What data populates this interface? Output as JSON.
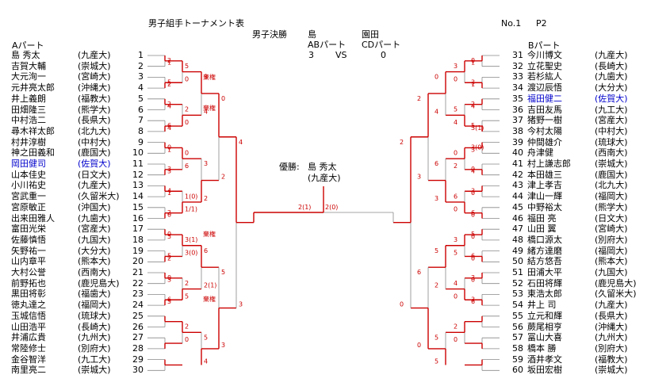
{
  "header": {
    "title": "男子組手トーナメント表",
    "page_no": "No.1",
    "page_p": "P2",
    "final_label": "男子決勝",
    "final_left_name": "島",
    "final_right_name": "園田",
    "final_left_part": "ABパート",
    "final_right_part": "CDパート",
    "final_left_score": "3",
    "final_vs": "VS",
    "final_right_score": "0"
  },
  "part_a_label": "Aパート",
  "part_b_label": "Bパート",
  "champion": {
    "label": "優勝:",
    "name": "島  秀太",
    "school": "(九産大)"
  },
  "colors": {
    "line": "#cc0000",
    "score": "#cc0000",
    "base": "#888888",
    "highlight": "#0000cc"
  },
  "left_players": [
    {
      "name": "島  秀太",
      "school": "(九産大)",
      "num": "1"
    },
    {
      "name": "吉賀大輔",
      "school": "(崇城大)",
      "num": "2"
    },
    {
      "name": "大元洵一",
      "school": "(宮崎大)",
      "num": "3"
    },
    {
      "name": "元井亮太郎",
      "school": "(沖縄大)",
      "num": "4"
    },
    {
      "name": "井上義朗",
      "school": "(福教大)",
      "num": "5"
    },
    {
      "name": "田畑隆三",
      "school": "(熊学大)",
      "num": "6"
    },
    {
      "name": "中村浩二",
      "school": "(長県大)",
      "num": "7"
    },
    {
      "name": "尋木祥太郎",
      "school": "(北九大)",
      "num": "8"
    },
    {
      "name": "村井淳樹",
      "school": "(中村大)",
      "num": "9"
    },
    {
      "name": "神之田義和",
      "school": "(鹿国大)",
      "num": "10"
    },
    {
      "name": "岡田健司",
      "school": "(佐賀大)",
      "num": "11",
      "hl": true
    },
    {
      "name": "山本佳史",
      "school": "(日文大)",
      "num": "12"
    },
    {
      "name": "小川祐史",
      "school": "(九産大)",
      "num": "13"
    },
    {
      "name": "宮武重一",
      "school": "(久留米大)",
      "num": "14"
    },
    {
      "name": "宮原敏正",
      "school": "(沖国大)",
      "num": "15"
    },
    {
      "name": "出来田雅人",
      "school": "(九歯大)",
      "num": "16"
    },
    {
      "name": "富田光栄",
      "school": "(宮産大)",
      "num": "17"
    },
    {
      "name": "佐藤慎悟",
      "school": "(九国大)",
      "num": "18"
    },
    {
      "name": "矢野祐一",
      "school": "(大分大)",
      "num": "19"
    },
    {
      "name": "山内章平",
      "school": "(熊本大)",
      "num": "20"
    },
    {
      "name": "大村公誉",
      "school": "(西南大)",
      "num": "21"
    },
    {
      "name": "前野拓也",
      "school": "(鹿児島大)",
      "num": "22"
    },
    {
      "name": "黒田将彰",
      "school": "(福歯大)",
      "num": "23"
    },
    {
      "name": "徳丸達之",
      "school": "(福岡大)",
      "num": "24"
    },
    {
      "name": "玉城信悟",
      "school": "(琉球大)",
      "num": "25"
    },
    {
      "name": "山田浩平",
      "school": "(長崎大)",
      "num": "26"
    },
    {
      "name": "井浦広貴",
      "school": "(九州大)",
      "num": "27"
    },
    {
      "name": "常陸修士",
      "school": "(別府大)",
      "num": "28"
    },
    {
      "name": "金谷智洋",
      "school": "(九工大)",
      "num": "29"
    },
    {
      "name": "南里亮二",
      "school": "(崇城大)",
      "num": "30"
    }
  ],
  "right_players": [
    {
      "num": "31",
      "name": "今川博文",
      "school": "(九産大)"
    },
    {
      "num": "32",
      "name": "立花聖史",
      "school": "(長崎大)"
    },
    {
      "num": "33",
      "name": "若杉紘人",
      "school": "(九歯大)"
    },
    {
      "num": "34",
      "name": "渡辺辰悟",
      "school": "(大分大)"
    },
    {
      "num": "35",
      "name": "福田健二",
      "school": "(佐賀大)",
      "hl": true
    },
    {
      "num": "36",
      "name": "吉田友馬",
      "school": "(九工大)"
    },
    {
      "num": "37",
      "name": "猪野一樹",
      "school": "(宮産大)"
    },
    {
      "num": "38",
      "name": "今村太陽",
      "school": "(中村大)"
    },
    {
      "num": "39",
      "name": "仲間雄介",
      "school": "(琉球大)"
    },
    {
      "num": "40",
      "name": "舟津健",
      "school": "(西南大)"
    },
    {
      "num": "41",
      "name": "村上謙志郎",
      "school": "(崇城大)"
    },
    {
      "num": "42",
      "name": "本田雄三",
      "school": "(鹿国大)"
    },
    {
      "num": "43",
      "name": "津上孝吉",
      "school": "(北九大)"
    },
    {
      "num": "44",
      "name": "津山一輝",
      "school": "(福岡大)"
    },
    {
      "num": "45",
      "name": "中野裕太",
      "school": "(熊学大)"
    },
    {
      "num": "46",
      "name": "福田  亮",
      "school": "(日文大)"
    },
    {
      "num": "47",
      "name": "山田  翼",
      "school": "(宮崎大)"
    },
    {
      "num": "48",
      "name": "橋口源太",
      "school": "(別府大)"
    },
    {
      "num": "49",
      "name": "緒方達磨",
      "school": "(福岡大)"
    },
    {
      "num": "50",
      "name": "結方悠吾",
      "school": "(熊本大)"
    },
    {
      "num": "51",
      "name": "田浦大平",
      "school": "(九国大)"
    },
    {
      "num": "52",
      "name": "石田将輝",
      "school": "(鹿児島大)"
    },
    {
      "num": "53",
      "name": "東浩太郎",
      "school": "(久留米大)"
    },
    {
      "num": "54",
      "name": "井上  司",
      "school": "(九産大)"
    },
    {
      "num": "55",
      "name": "立元和輝",
      "school": "(長県大)"
    },
    {
      "num": "56",
      "name": "蕨尾相亨",
      "school": "(沖縄大)"
    },
    {
      "num": "57",
      "name": "冨山大喜",
      "school": "(九州大)"
    },
    {
      "num": "58",
      "name": "橋本  勝",
      "school": "(別府大)"
    },
    {
      "num": "59",
      "name": "酒井孝文",
      "school": "(福教大)"
    },
    {
      "num": "60",
      "name": "坂田宏樹",
      "school": "(崇城大)"
    }
  ],
  "scores": {
    "L1": [
      [
        "2",
        "1"
      ],
      [
        "5",
        "2"
      ],
      [
        "2",
        "4"
      ],
      [
        "6",
        "4"
      ],
      [
        "0",
        "1"
      ],
      [
        "3",
        "3"
      ],
      [
        "4",
        "1"
      ],
      [
        "2",
        "0"
      ],
      [
        "0",
        "5"
      ],
      [
        "5",
        "2"
      ],
      [
        "0",
        "3"
      ],
      [
        "6",
        "5"
      ]
    ],
    "L2": [
      [
        "5",
        "0"
      ],
      [
        "2",
        "0"
      ],
      [
        "0",
        "6"
      ],
      [
        "1(0)",
        "1/1)"
      ],
      [
        "3(1)",
        "3(0)"
      ],
      [
        "2",
        "5"
      ],
      [
        "2",
        "0"
      ],
      [
        "0",
        "4"
      ]
    ],
    "L3": [
      [
        "3",
        "4"
      ],
      [
        "3",
        "2"
      ],
      [
        "6",
        "2(1)"
      ],
      [
        "5",
        "4"
      ]
    ],
    "L4": [
      [
        "0",
        "2"
      ],
      [
        "5",
        "3"
      ]
    ],
    "L5": [
      [
        "4",
        "3"
      ]
    ],
    "LF": [
      [
        "2(1)",
        "2(0)"
      ]
    ],
    "R1": [
      [
        "0",
        "1"
      ],
      [
        "3",
        "1"
      ],
      [
        "2",
        "4"
      ],
      [
        "5",
        "3(1)"
      ],
      [
        "3(0)",
        "3"
      ],
      [
        "0",
        "4"
      ],
      [
        "3",
        "0"
      ],
      [
        "6",
        "0"
      ],
      [
        "5",
        "0"
      ],
      [
        "6",
        "0"
      ],
      [
        "3",
        "0"
      ],
      [
        "3",
        "6"
      ]
    ],
    "R2": [
      [
        "3",
        "0"
      ],
      [
        "5",
        "4"
      ],
      [
        "0",
        "2"
      ],
      [
        "6",
        "0"
      ],
      [
        "3",
        "5"
      ],
      [
        "4",
        "0"
      ],
      [
        "2",
        "0"
      ],
      [
        "0",
        "4"
      ]
    ],
    "R3": [
      [
        "0",
        "4"
      ],
      [
        "6",
        "3"
      ],
      [
        "5",
        "2"
      ],
      [
        "5",
        "5"
      ]
    ],
    "R4": [
      [
        "2",
        "3"
      ],
      [
        "6",
        "0"
      ]
    ],
    "R5": [
      [
        "2",
        "0"
      ]
    ],
    "walkovers": [
      "棄権",
      "棄権",
      "棄権",
      "棄権"
    ]
  }
}
